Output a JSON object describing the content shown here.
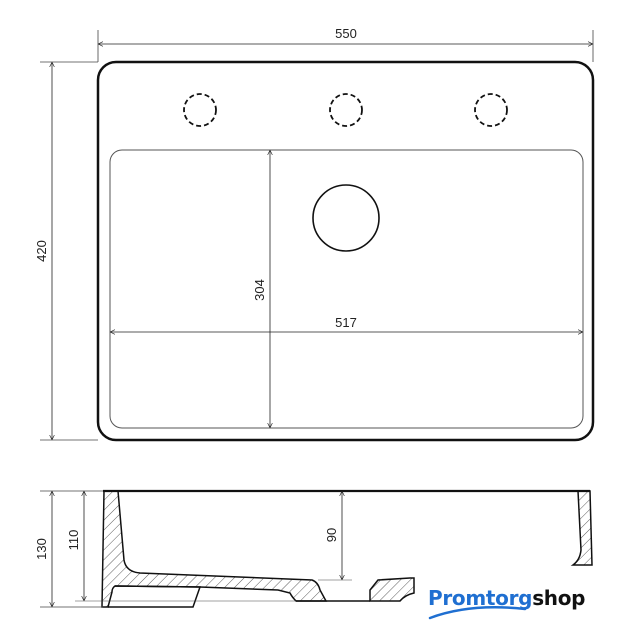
{
  "top_view": {
    "width_label": "550",
    "height_label": "420",
    "basin_depth_label": "304",
    "basin_width_label": "517",
    "tap_holes": 3
  },
  "side_view": {
    "total_height_label": "130",
    "body_height_label": "110",
    "bowl_depth_label": "90"
  },
  "logo": {
    "part1": "Promtorg",
    "part2": "shop"
  },
  "colors": {
    "line": "#111111",
    "logo_blue": "#1f6fd1",
    "logo_black": "#111111"
  }
}
